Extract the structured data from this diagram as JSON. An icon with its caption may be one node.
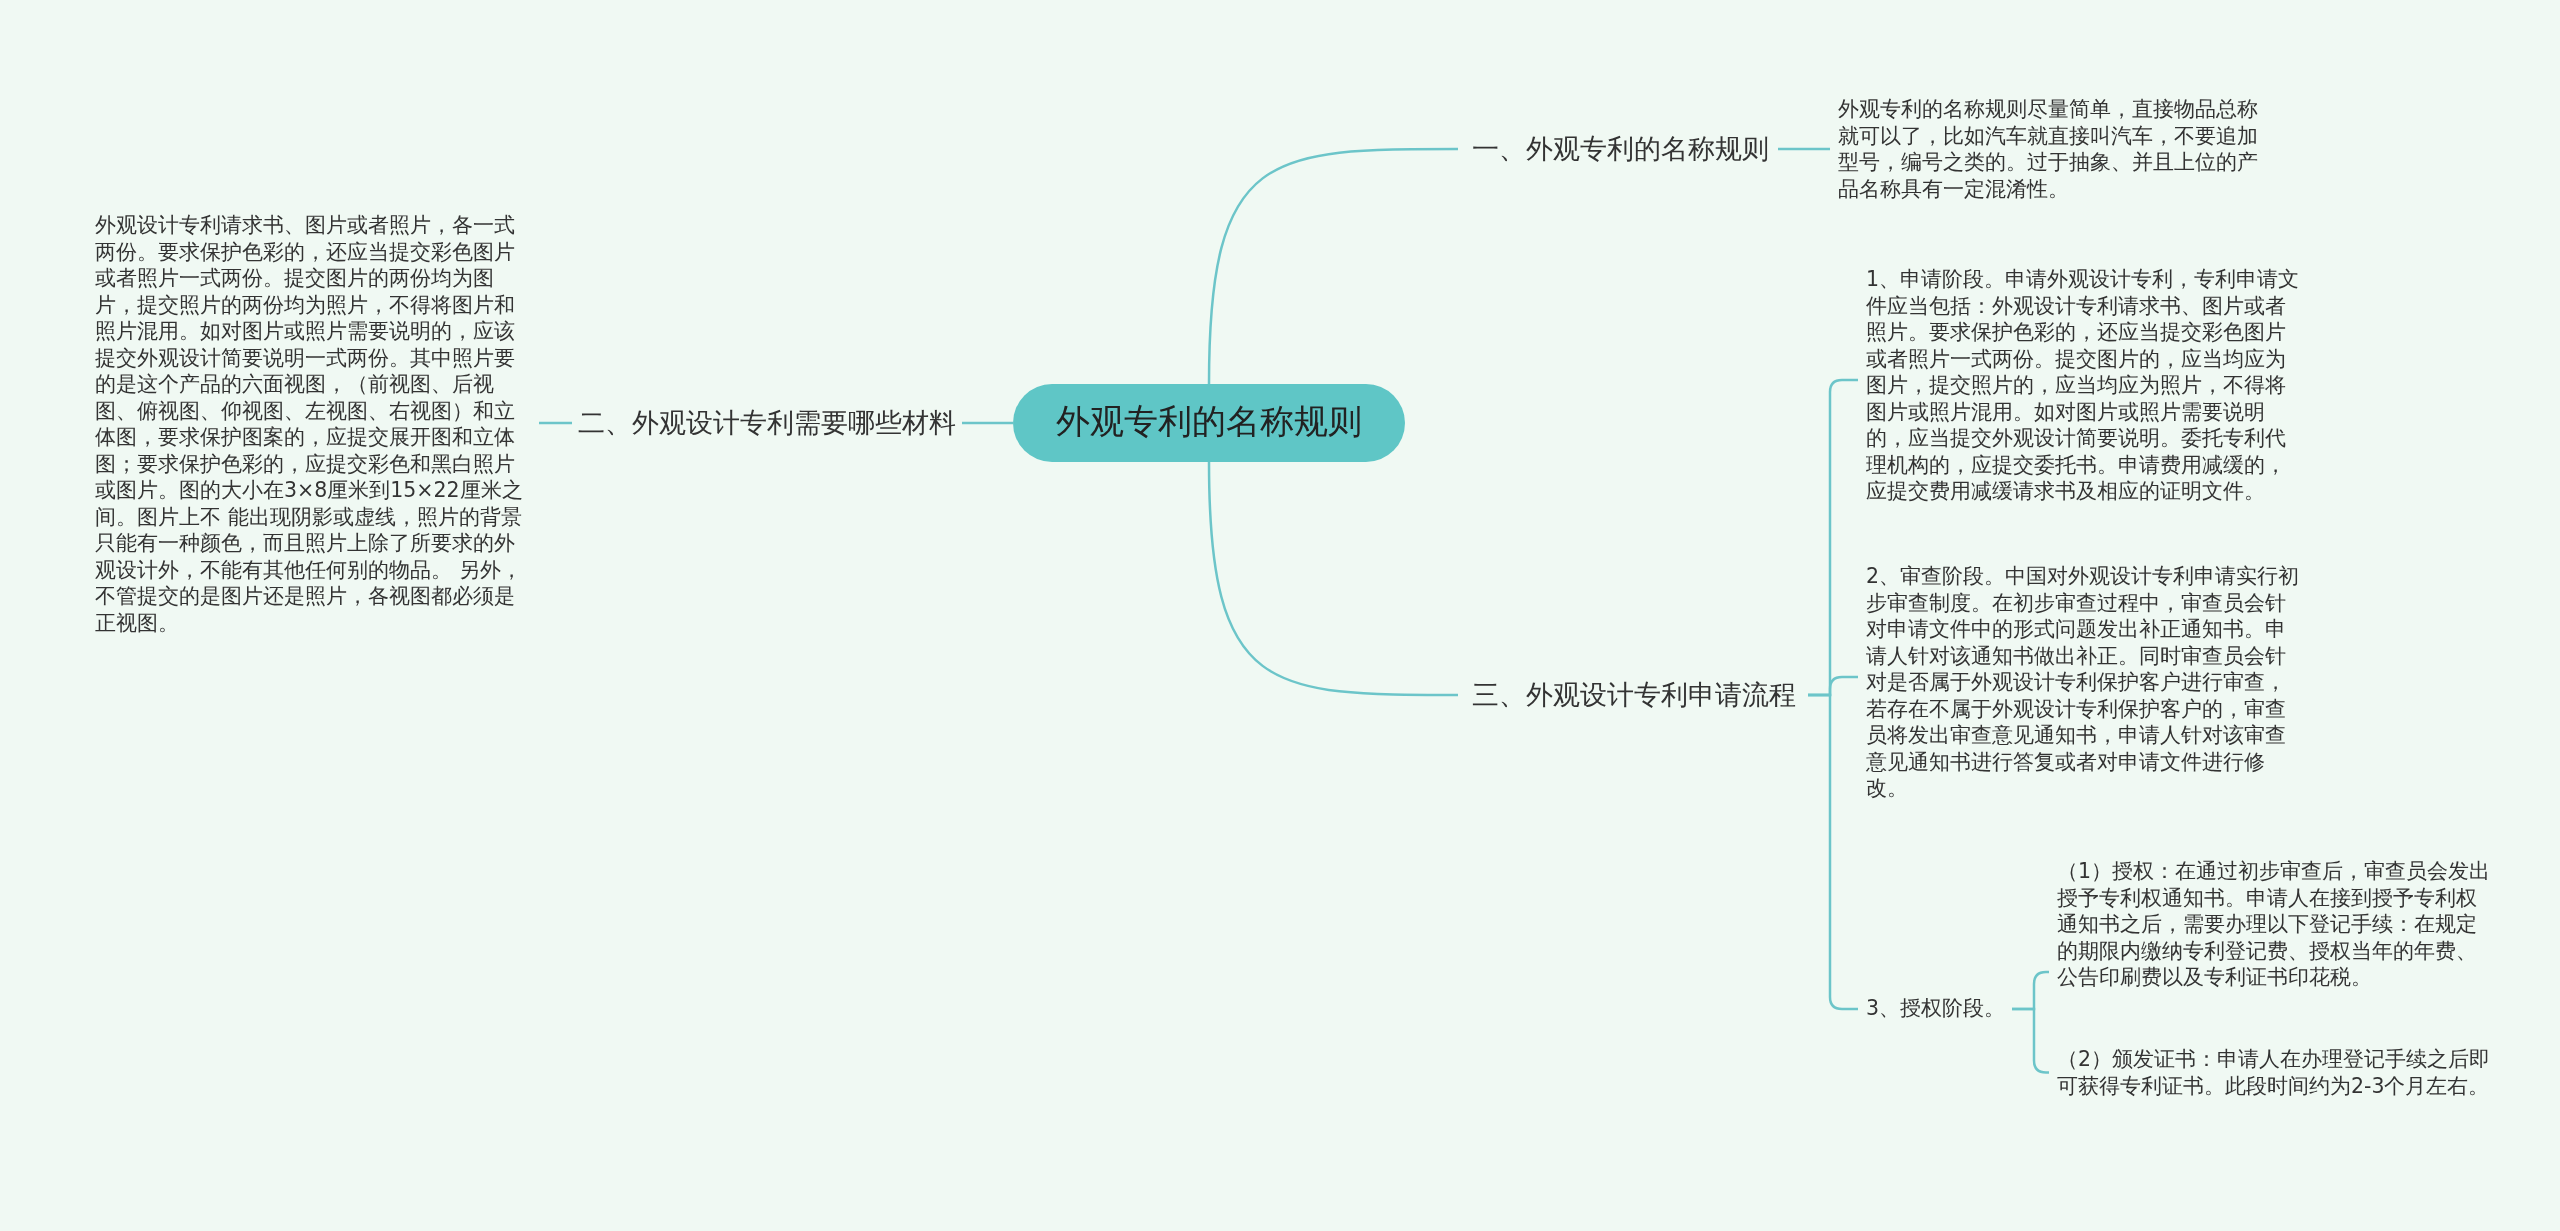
{
  "diagram": {
    "nodes": [
      {
        "text": [
          "外观专利的名称规则"
        ]
      },
      {
        "text": [
          "一、外观专利的名称规则"
        ]
      },
      {
        "text": [
          "二、外观设计专利需要哪些材料"
        ]
      },
      {
        "text": [
          "三、外观设计专利申请流程"
        ]
      },
      {
        "text": [
          "外观专利的名称规则尽量简单，直接物品总称就可以了，比如汽车就直接叫汽车，不要追加型号，编号之类的。过于抽象、并且上位的产品名称具有一定混淆性。"
        ]
      },
      {
        "text": [
          "外观设计专利请求书、图片或者照片，各一式两份。要求保护色彩的，还应当提交彩色图片或者照片一式两份。提交图片的两份均为图片，提交照片的两份均为照片，不得将图片和照片混用。如对图片或照片需要说明的，应该提交外观设计简要说明一式两份。其中照片要的是这个产品的六面视图，（前视图、后视图、俯视图、仰视图、左视图、右视图）和立体图，要求保护图案的，应提交展开图和立体图；要求保护色彩的，应提交彩色和黑白照片或图片。图的大小在3×8厘米到15×22厘米之间。图片上不 能出现阴影或虚线，照片的背景只能有一种颜色，而且照片上除了所要求的外观设计外，不能有其他任何别的物品。 另外，不管提交的是图片还是照片，各视图都必须是正视图。"
        ]
      },
      {
        "text": [
          "1、申请阶段。申请外观设计专利，专利申请文件应当包括：外观设计专利请求书、图片或者照片。要求保护色彩的，还应当提交彩色图片或者照片一式两份。提交图片的，应当均应为图片，提交照片的，应当均应为照片，不得将图片或照片混用。如对图片或照片需要说明的，应当提交外观设计简要说明。委托专利代理机构的，应提交委托书。申请费用减缓的，应提交费用减缓请求书及相应的证明文件。"
        ]
      },
      {
        "text": [
          "2、审查阶段。中国对外观设计专利申请实行初步审查制度。在初步审查过程中，审查员会针对申请文件中的形式问题发出补正通知书。申请人针对该通知书做出补正。同时审查员会针对是否属于外观设计专利保护客户进行审查，若存在不属于外观设计专利保护客户的，审查员将发出审查意见通知书，申请人针对该审查意见通知书进行答复或者对申请文件进行修改。"
        ]
      },
      {
        "text": [
          "3、授权阶段。"
        ]
      },
      {
        "text": [
          "（1）授权：在通过初步审查后，审查员会发出授予专利权通知书。申请人在接到授予专利权通知书之后，需要办理以下登记手续：在规定的期限内缴纳专利登记费、授权当年的年费、公告印刷费以及专利证书印花税。"
        ]
      },
      {
        "text": [
          "（2）颁发证书：申请人在办理登记手续之后即可获得专利证书。此段时间约为2-3个月左右。"
        ]
      }
    ],
    "edges": [
      {
        "from": 0,
        "to": 1,
        "arrow": "none"
      },
      {
        "from": 0,
        "to": 2,
        "arrow": "none"
      },
      {
        "from": 0,
        "to": 3,
        "arrow": "none"
      },
      {
        "from": 1,
        "to": 4,
        "arrow": "none"
      },
      {
        "from": 2,
        "to": 5,
        "arrow": "none"
      },
      {
        "from": 3,
        "to": 6,
        "arrow": "none"
      },
      {
        "from": 3,
        "to": 7,
        "arrow": "none"
      },
      {
        "from": 3,
        "to": 8,
        "arrow": "none"
      },
      {
        "from": 8,
        "to": 9,
        "arrow": "none"
      },
      {
        "from": 8,
        "to": 10,
        "arrow": "none"
      }
    ]
  }
}
